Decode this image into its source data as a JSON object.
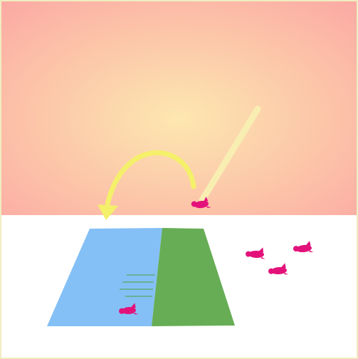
{
  "scene": {
    "sky": {
      "inner_color": "#fde7b0",
      "outer_color": "#fba8a3"
    },
    "ground_color": "#ffffff",
    "border_color": "#f1ecc0",
    "ramp_color": "#f8eeb2",
    "arrow_color": "#f4f06a",
    "table": {
      "left_color": "#84c0f6",
      "right_color": "#67ad55"
    },
    "motion_line_color": "#5aa860",
    "figure_color": "#e3127a"
  },
  "figures": [
    {
      "name": "figure-at-ramp-bottom"
    },
    {
      "name": "figure-on-table"
    },
    {
      "name": "figure-right-1"
    },
    {
      "name": "figure-right-2"
    },
    {
      "name": "figure-right-3"
    }
  ]
}
